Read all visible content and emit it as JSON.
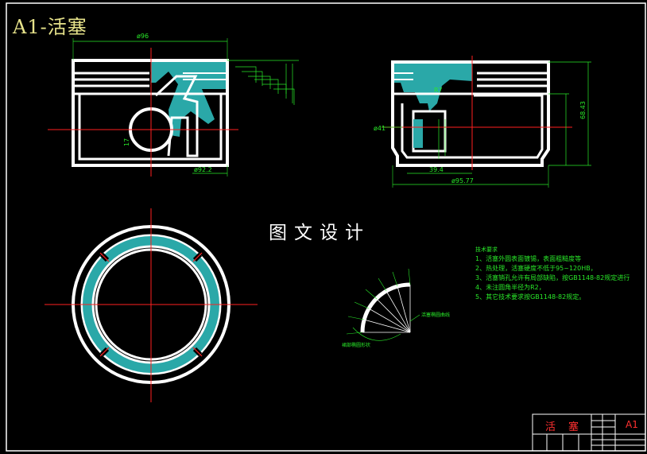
{
  "drawing_title": "A1-活塞",
  "watermark": "图文设计",
  "front_view": {
    "dim_top": "ø96",
    "dim_bottom": "ø92.2",
    "dim_pin": "17"
  },
  "side_view": {
    "dim_bottom": "ø95.77",
    "dim_width": "39.4",
    "dim_r": "R7",
    "dim_left": "ø41",
    "dim_right_height": "68.43"
  },
  "notes": {
    "header": "技术要求",
    "items": [
      "1、活塞外圆表面镀锡，表面粗糙度等",
      "2、热处理，活塞硬度不低于95~120HB，",
      "3、活塞销孔允许有局部缺陷，按GB1148-82规定进行",
      "4、未注圆角半径为R2，",
      "5、其它技术要求按GB1148-82规定。"
    ]
  },
  "profile_label": "裙部椭圆形状",
  "profile_caption": "活塞椭圆曲线",
  "title_block": {
    "part_name": "活塞",
    "scale": "A1"
  },
  "colors": {
    "outline": "#ffffff",
    "centerline": "#ff2020",
    "hatch": "#2aa8a8",
    "dimension": "#29e829",
    "title": "#e6e28a"
  }
}
